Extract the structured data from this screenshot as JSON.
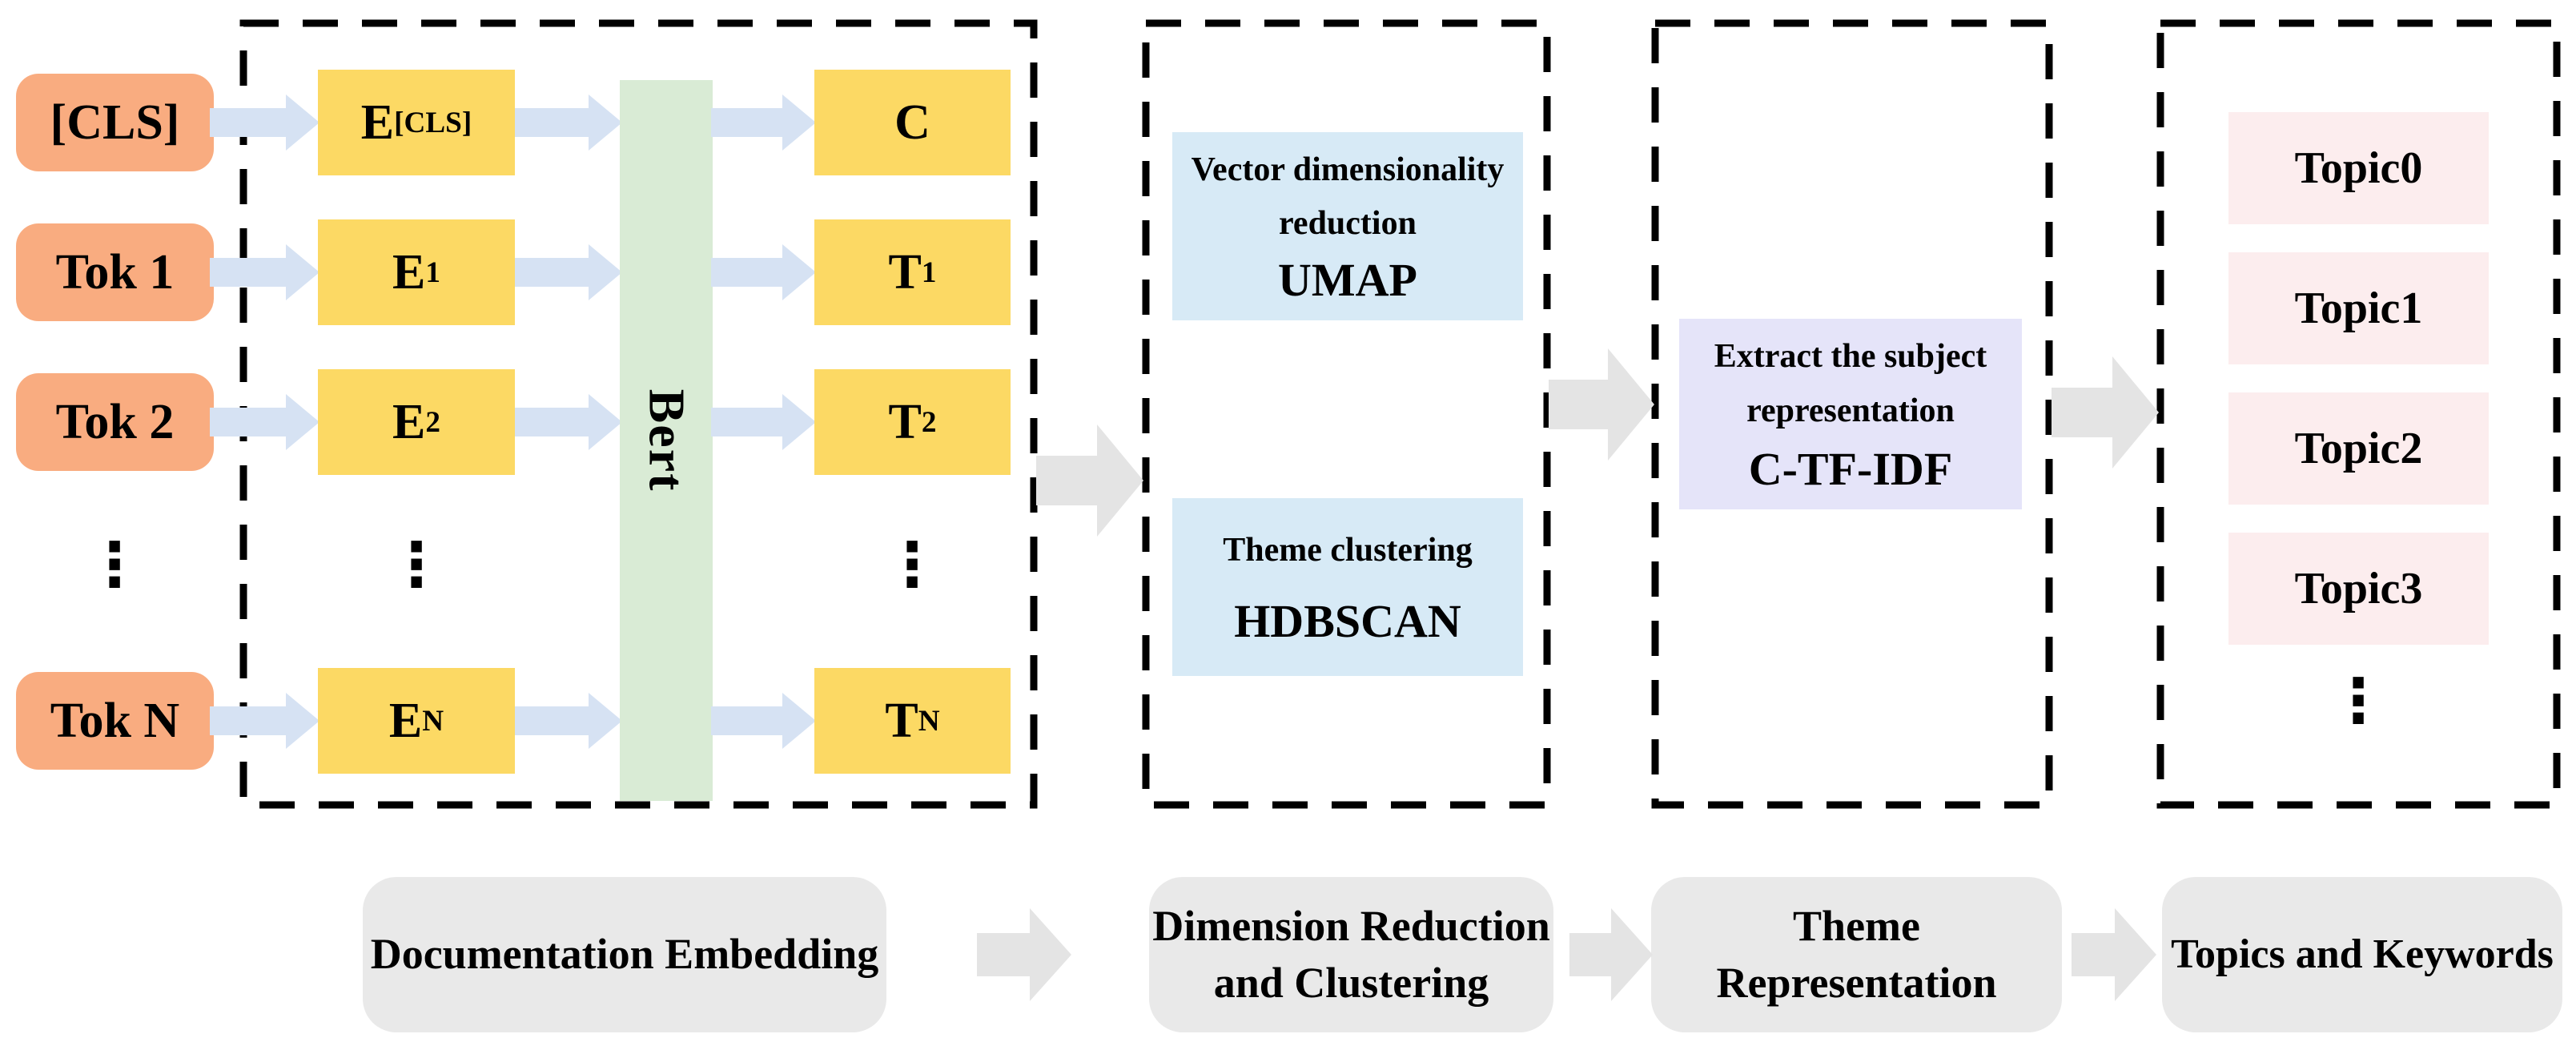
{
  "stage1": {
    "label": "Documentation Embedding",
    "tokens": [
      "[CLS]",
      "Tok 1",
      "Tok 2",
      "Tok N"
    ],
    "ellipsis": "⋮",
    "embeddings": [
      {
        "main": "E",
        "sub": "[CLS]"
      },
      {
        "main": "E",
        "sub": "1"
      },
      {
        "main": "E",
        "sub": "2"
      },
      {
        "main": "E",
        "sub": "N"
      }
    ],
    "model": "Bert",
    "outputs": [
      {
        "main": "C",
        "sub": ""
      },
      {
        "main": "T",
        "sub": "1"
      },
      {
        "main": "T",
        "sub": "2"
      },
      {
        "main": "T",
        "sub": "N"
      }
    ]
  },
  "stage2": {
    "label_line1": "Dimension Reduction",
    "label_line2": "and Clustering",
    "umap": {
      "desc_line1": "Vector dimensionality",
      "desc_line2": "reduction",
      "name": "UMAP"
    },
    "hdbscan": {
      "desc": "Theme clustering",
      "name": "HDBSCAN"
    }
  },
  "stage3": {
    "label_line1": "Theme",
    "label_line2": "Representation",
    "ctfidf": {
      "desc_line1": "Extract the subject",
      "desc_line2": "representation",
      "name": "C-TF-IDF"
    }
  },
  "stage4": {
    "label": "Topics and Keywords",
    "topics": [
      "Topic0",
      "Topic1",
      "Topic2",
      "Topic3"
    ],
    "ellipsis": "⋮"
  },
  "colors": {
    "token_fill": "#F9AC80",
    "embedding_fill": "#FCD964",
    "bert_fill": "#D9EBD5",
    "token_arrow": "#D6E2F3",
    "umap_fill": "#D7EAF6",
    "ctfidf_fill": "#E5E4F9",
    "topic_fill": "#FCEDEE",
    "stage_label_fill": "#E9E9E9",
    "stage_arrow_fill": "#E4E4E4",
    "dash_border": "#000000"
  }
}
